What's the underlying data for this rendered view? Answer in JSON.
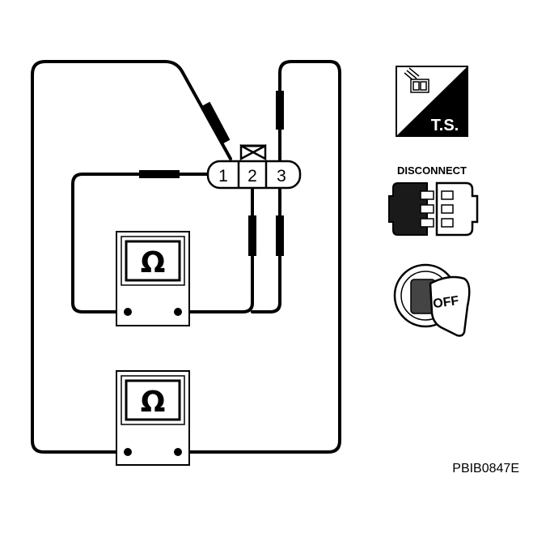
{
  "connector": {
    "pins": [
      "1",
      "2",
      "3"
    ]
  },
  "meters": {
    "upper_symbol": "Ω",
    "lower_symbol": "Ω"
  },
  "icons": {
    "ts_label": "T.S.",
    "disconnect_label": "DISCONNECT",
    "ignition_label": "OFF"
  },
  "figure_code": "PBIB0847E"
}
